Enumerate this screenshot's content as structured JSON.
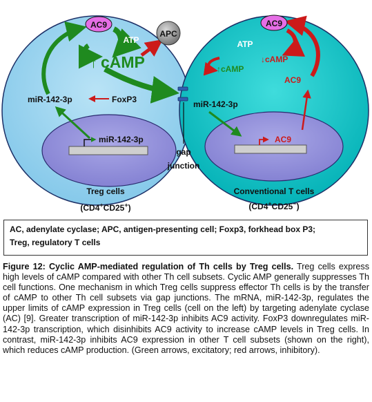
{
  "diagram": {
    "treg_nodes": {
      "ac9": "AC9",
      "apc": "APC",
      "atp": "ATP",
      "camp_arrow": "↑",
      "camp": "cAMP",
      "mir": "miR-142-3p",
      "foxp3": "FoxP3",
      "nucleus_mir": "miR-142-3p"
    },
    "conv_nodes": {
      "ac9_top": "AC9",
      "atp": "ATP",
      "camp_up": "↑cAMP",
      "camp_down": "↓cAMP",
      "ac9_mid": "AC9",
      "ac9_nucleus": "AC9",
      "mir": "miR-142-3p"
    },
    "gap_junction": [
      "gap",
      "junction"
    ],
    "treg_label": "Treg cells",
    "treg_sub": {
      "a": "(CD4",
      "sup1": "+",
      "b": "CD25",
      "sup2": "+",
      "c": ")"
    },
    "conv_label": "Conventional T cells",
    "conv_sub": {
      "a": "(CD4",
      "sup1": "+",
      "b": "CD25",
      "sup2": "−",
      "c": ")"
    }
  },
  "legend": {
    "line1": "AC, adenylate cyclase; APC, antigen-presenting cell; Foxp3, forkhead box P3;",
    "line2": "Treg, regulatory T cells"
  },
  "caption": {
    "title": "Figure 12: Cyclic AMP-mediated regulation of Th cells by Treg cells.",
    "body": " Treg cells express high levels of cAMP compared with other Th cell subsets. Cyclic AMP generally suppresses Th cell functions. One mechanism in which Treg cells suppress effector Th cells is by the transfer of cAMP to other Th cell subsets via gap junctions. The mRNA, miR-142-3p, regulates the upper limits of cAMP expression in Treg cells (cell on the left) by targeting adenylate cyclase (AC) [9]. Greater transcription of miR-142-3p inhibits AC9 activity. FoxP3 downregulates miR-142-3p transcription, which disinhibits AC9 activity to increase cAMP levels in Treg cells. In contrast, miR-142-3p inhibits AC9 expression in other T cell subsets (shown on the right), which reduces cAMP production. (Green arrows, excitatory; red arrows, inhibitory)."
  },
  "colors": {
    "treg_cell": "#9fd7f0",
    "conv_cell": "#0fc7c7",
    "nucleus": "#8e8cd8",
    "excitatory": "#1f8a1f",
    "inhibitory": "#cc1a1a",
    "ac9_fill": "#e56ee5"
  }
}
